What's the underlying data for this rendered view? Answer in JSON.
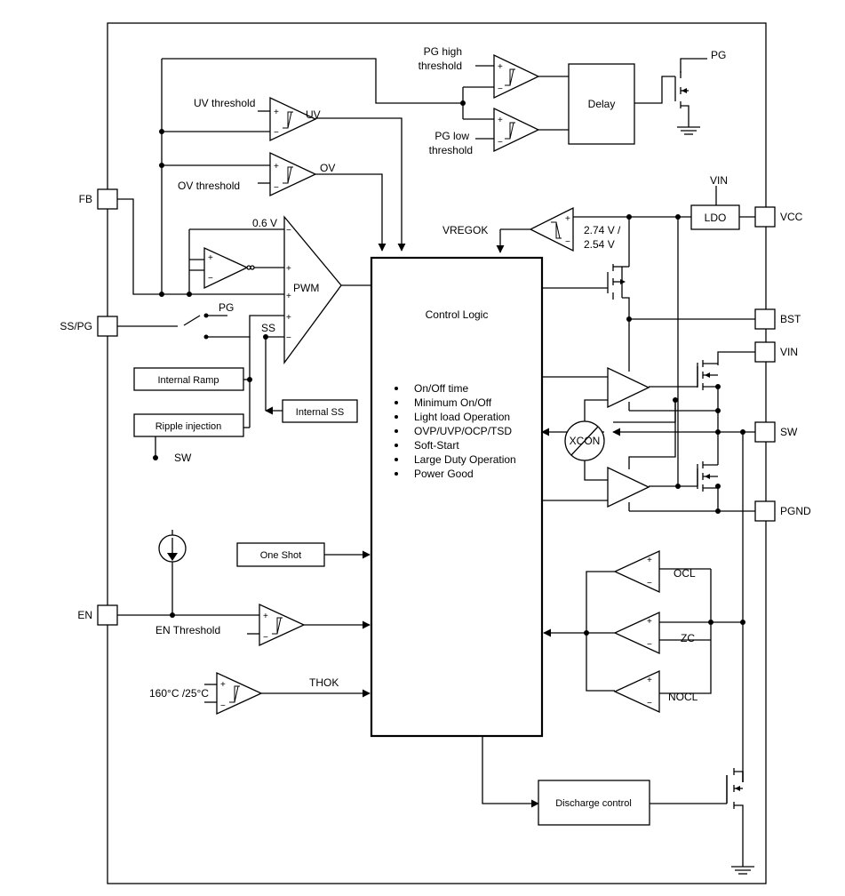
{
  "pins": {
    "fb": "FB",
    "ss_pg": "SS/PG",
    "en": "EN",
    "vcc": "VCC",
    "bst": "BST",
    "vin": "VIN",
    "sw": "SW",
    "pgnd": "PGND"
  },
  "labels": {
    "pg_out": "PG",
    "pg_high_1": "PG high",
    "pg_high_2": "threshold",
    "pg_low_1": "PG low",
    "pg_low_2": "threshold",
    "delay": "Delay",
    "uv_threshold": "UV threshold",
    "uv": "UV",
    "ov_threshold": "OV threshold",
    "ov": "OV",
    "vin_ldo": "VIN",
    "ldo": "LDO",
    "vregok": "VREGOK",
    "vth_1": "2.74 V /",
    "vth_2": "2.54 V",
    "ref_06": "0.6 V",
    "pwm": "PWM",
    "pg_switch": "PG",
    "ss": "SS",
    "internal_ramp": "Internal Ramp",
    "internal_ss": "Internal SS",
    "ripple_injection": "Ripple injection",
    "sw_ripple": "SW",
    "xcon": "XCON",
    "one_shot": "One Shot",
    "en_threshold": "EN Threshold",
    "ocl": "OCL",
    "zc": "ZC",
    "nocl": "NOCL",
    "temp_threshold": "160°C /25°C",
    "thok": "THOK",
    "discharge_control": "Discharge control"
  },
  "control_logic": {
    "title": "Control Logic",
    "features": [
      "On/Off time",
      "Minimum On/Off",
      "Light load Operation",
      "OVP/UVP/OCP/TSD",
      "Soft-Start",
      "Large Duty Operation",
      "Power Good"
    ]
  }
}
